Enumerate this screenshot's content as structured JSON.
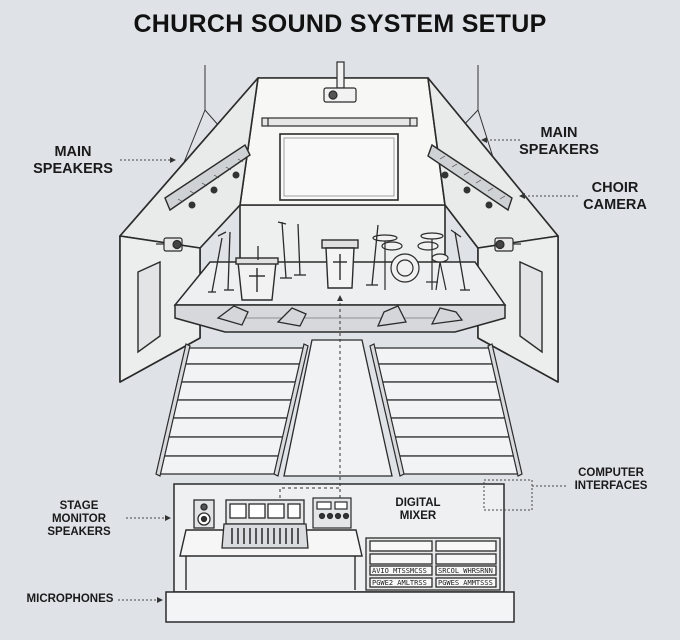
{
  "title": "CHURCH SOUND SYSTEM SETUP",
  "labels": {
    "main_speakers_left": [
      "MAIN",
      "SPEAKERS"
    ],
    "main_speakers_right": [
      "MAIN",
      "SPEAKERS"
    ],
    "choir_camera": [
      "CHOIR",
      "CAMERA"
    ],
    "computer_interfaces": [
      "COMPUTER",
      "INTERFACES"
    ],
    "digital_mixer": [
      "DIGITAL",
      "MIXER"
    ],
    "stage_monitor_speakers": [
      "STAGE",
      "MONITOR",
      "SPEAKERS"
    ],
    "microphones": "MICROPHONES"
  },
  "rack_units": [
    "AVIO MTSSMCSS",
    "SRCOL WHRSRNN",
    "PGWE2 AMLTRSS",
    "PGWES AMMTSSS"
  ],
  "colors": {
    "background": "#dfe3e8",
    "line": "#2b2b2b",
    "fill": "#f4f4f2",
    "shade": "#c9ccd0"
  }
}
